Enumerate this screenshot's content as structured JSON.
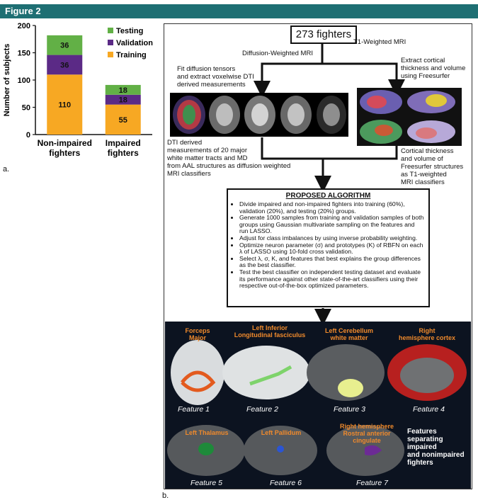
{
  "figure_title": "Figure 2",
  "panel_a_label": "a.",
  "panel_b_label": "b.",
  "chart_data": {
    "type": "bar",
    "stacked": true,
    "categories": [
      "Non-impaired fighters",
      "Impaired fighters"
    ],
    "category_lines": [
      [
        "Non-impaired",
        "fighters"
      ],
      [
        "Impaired",
        "fighters"
      ]
    ],
    "series": [
      {
        "name": "Training",
        "values": [
          110,
          55
        ],
        "color": "#f7a823"
      },
      {
        "name": "Validation",
        "values": [
          36,
          18
        ],
        "color": "#5b2a86"
      },
      {
        "name": "Testing",
        "values": [
          36,
          18
        ],
        "color": "#62b046"
      }
    ],
    "ylabel": "Number of subjects",
    "ylim": [
      0,
      200
    ],
    "yticks": [
      0,
      50,
      100,
      150,
      200
    ],
    "legend_position": "top-right",
    "legend_order": [
      "Testing",
      "Validation",
      "Training"
    ]
  },
  "flow": {
    "top": "273 fighters",
    "dwi_label": "Diffusion-Weighted MRI",
    "t1_label": "T1-Weighted MRI",
    "dti_step": [
      "Fit diffusion tensors",
      "and extract voxelwise DTI",
      "derived measurements"
    ],
    "fs_step": [
      "Extract cortical",
      "thickness and volume",
      "using Freesurfer"
    ],
    "dti_note": [
      "DTI derived",
      "measurements of 20 major",
      "white matter tracts and MD",
      "from AAL structures as diffusion weighted",
      "MRI classifiers"
    ],
    "t1_note": [
      "Cortical thickness",
      "and volume of",
      "Freesurfer structures",
      "as T1-weighted",
      "MRI classifiers"
    ],
    "algorithm_title": "PROPOSED ALGORITHM",
    "algorithm_steps": [
      "Divide impaired and non-impaired fighters into training (60%), validation (20%), and testing (20%) groups.",
      "Generate 1000 samples from training and validation samples of both groups using Gaussian multivariate sampling on the features and run LASSO.",
      "Adjust for class imbalances by using inverse probability weighting.",
      "Optimize neuron parameter (σ) and prototypes (K) of RBFN on each λ of LASSO using 10-fold cross validation.",
      "Select λ, σ, K, and features that best explains the group differences as the best classifier.",
      "Test the best classifier on independent testing dataset and evaluate its performance against other state-of-the-art classifiers using their respective out-of-the-box optimized parameters."
    ]
  },
  "features": {
    "regions": [
      [
        "Forceps",
        "Major"
      ],
      [
        "Left Inferior",
        "Longitudinal fasciculus"
      ],
      [
        "Left Cerebellum",
        "white matter"
      ],
      [
        "Right",
        "hemisphere cortex"
      ],
      [
        "Left Thalamus"
      ],
      [
        "Left Pallidum"
      ],
      [
        "Right hemisphere",
        "Rostral anterior",
        "cingulate"
      ]
    ],
    "labels": [
      "Feature 1",
      "Feature 2",
      "Feature 3",
      "Feature 4",
      "Feature 5",
      "Feature 6",
      "Feature 7"
    ],
    "separating_note": [
      "Features separating",
      "impaired",
      "and nonimpaired",
      "fighters"
    ]
  }
}
